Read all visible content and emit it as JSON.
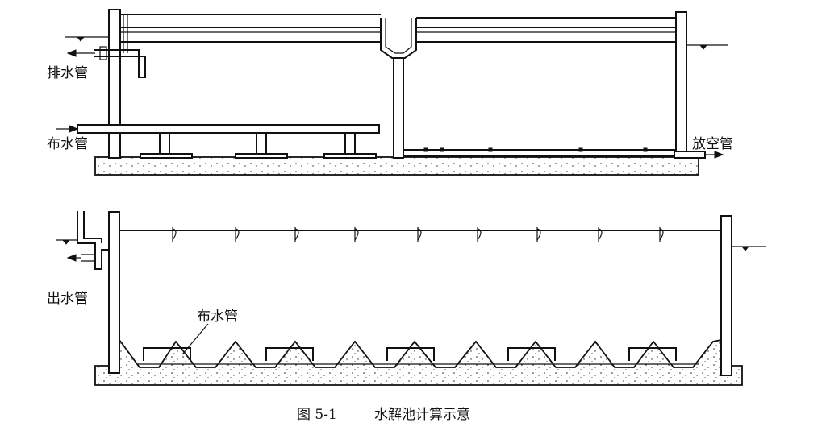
{
  "labels": {
    "drain_pipe": "排水管",
    "distribution_pipe_top": "布水管",
    "empty_pipe": "放空管",
    "outlet_pipe": "出水管",
    "distribution_pipe_bottom": "布水管"
  },
  "caption": {
    "number": "图 5-1",
    "text": "水解池计算示意"
  }
}
